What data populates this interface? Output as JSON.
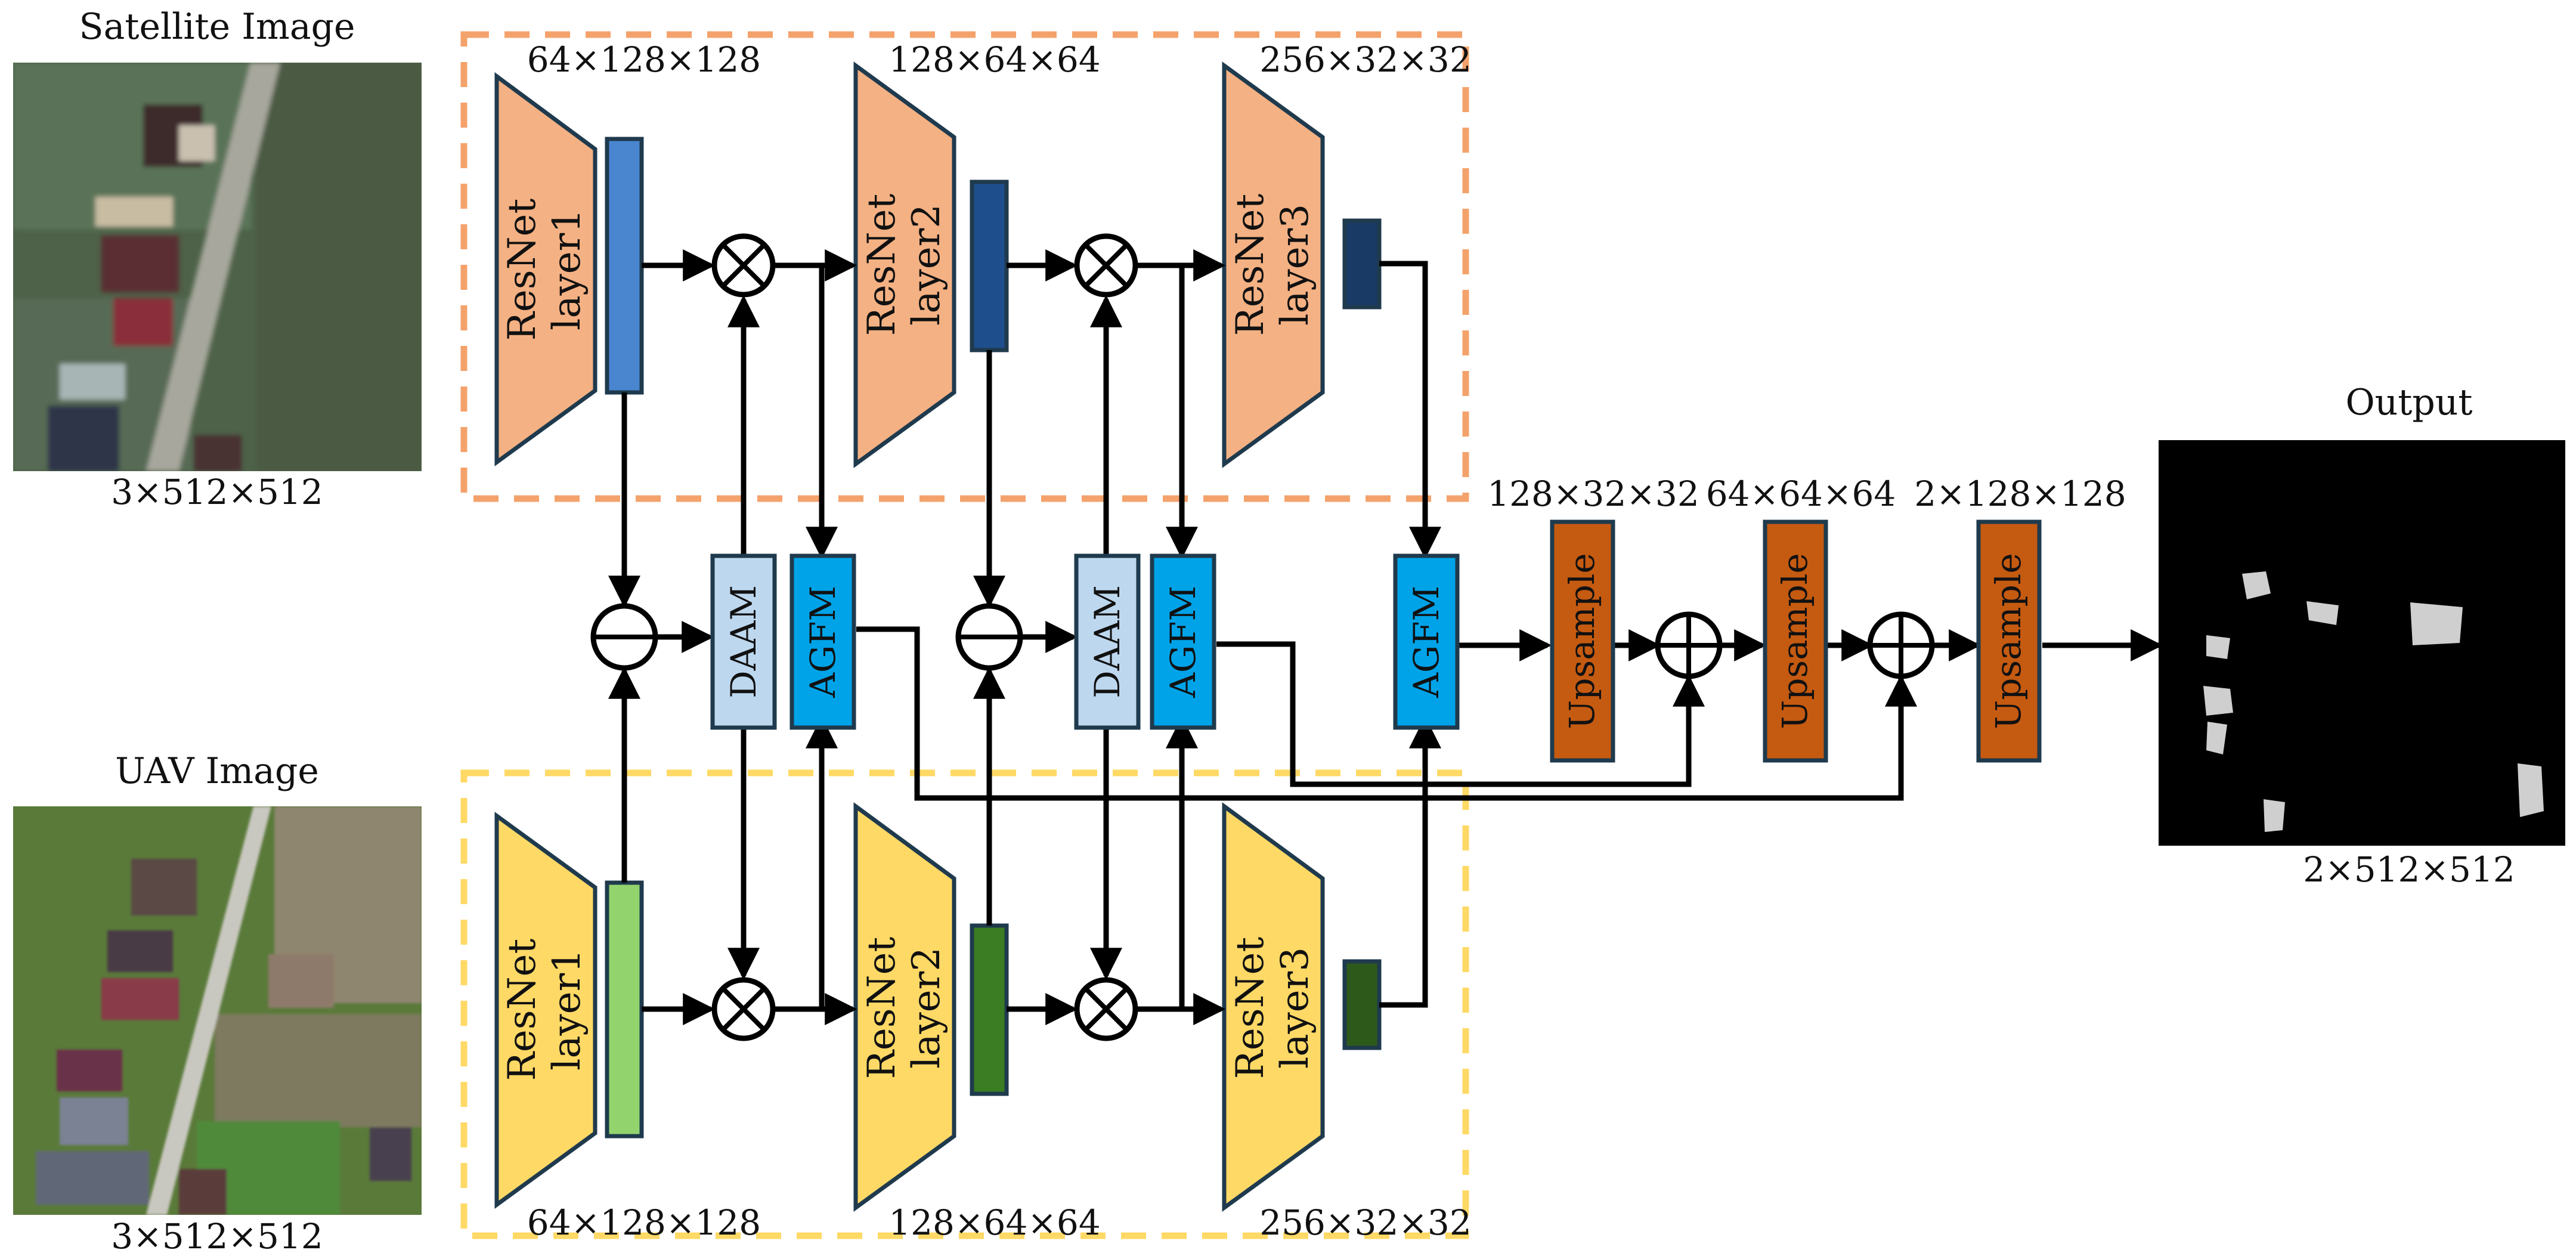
{
  "inputs": {
    "satellite": {
      "title": "Satellite Image",
      "dims": "3×512×512"
    },
    "uav": {
      "title": "UAV Image",
      "dims": "3×512×512"
    }
  },
  "output": {
    "title": "Output",
    "dims": "2×512×512"
  },
  "satellite_branch": {
    "encoder": [
      {
        "line1": "ResNet",
        "line2": "layer1",
        "dims": "64×128×128"
      },
      {
        "line1": "ResNet",
        "line2": "layer2",
        "dims": "128×64×64"
      },
      {
        "line1": "ResNet",
        "line2": "layer3",
        "dims": "256×32×32"
      }
    ]
  },
  "uav_branch": {
    "encoder": [
      {
        "line1": "ResNet",
        "line2": "layer1",
        "dims": "64×128×128"
      },
      {
        "line1": "ResNet",
        "line2": "layer2",
        "dims": "128×64×64"
      },
      {
        "line1": "ResNet",
        "line2": "layer3",
        "dims": "256×32×32"
      }
    ]
  },
  "modules": {
    "daam1": "DAAM",
    "agfm1": "AGFM",
    "daam2": "DAAM",
    "agfm2": "AGFM",
    "agfm3": "AGFM"
  },
  "decoder": [
    {
      "label": "Upsample",
      "dims": "128×32×32"
    },
    {
      "label": "Upsample",
      "dims": "64×64×64"
    },
    {
      "label": "Upsample",
      "dims": "2×128×128"
    }
  ],
  "colors": {
    "sat_trapezoid": "#f4b183",
    "sat_box_edge": "#f4a26b",
    "uav_trapezoid": "#ffd966",
    "uav_box_edge": "#ffd966",
    "sat_feat1": "#4a86d0",
    "sat_feat2": "#1f4e8c",
    "sat_feat3": "#1a3a66",
    "uav_feat1": "#92d36e",
    "uav_feat2": "#3a7d22",
    "uav_feat3": "#2d5a1b",
    "daam": "#bdd7ee",
    "agfm": "#00a3e8",
    "upsample": "#c55a11",
    "module_stroke": "#1f3a4d"
  },
  "icons": {
    "multiply": "circled-times-icon",
    "subtract": "circled-minus-icon",
    "add": "circled-plus-icon"
  }
}
